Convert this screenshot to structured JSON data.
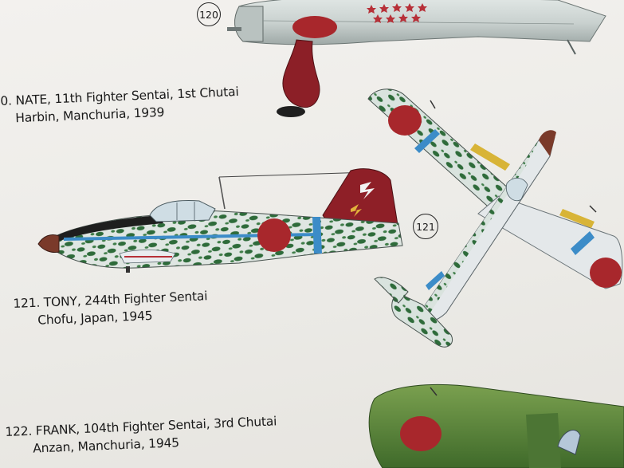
{
  "plates": [
    {
      "marker": "120",
      "caption_line1": "0. NATE, 11th Fighter Sentai, 1st Chutai",
      "caption_line2": "Harbin, Manchuria, 1939"
    },
    {
      "marker": "121",
      "caption_line1": "121. TONY, 244th Fighter Sentai",
      "caption_line2": "Chofu, Japan, 1945"
    },
    {
      "caption_line1": "122. FRANK, 104th Fighter Sentai, 3rd Chutai",
      "caption_line2": "Anzan, Manchuria, 1945"
    }
  ],
  "colors": {
    "paper": "#efede9",
    "hinomaru_red": "#a8272c",
    "camo_green": "#2e6b3a",
    "id_band_blue": "#3c8cc8",
    "nate_silver": "#cfd6d4",
    "frank_green": "#5f8a3c"
  }
}
